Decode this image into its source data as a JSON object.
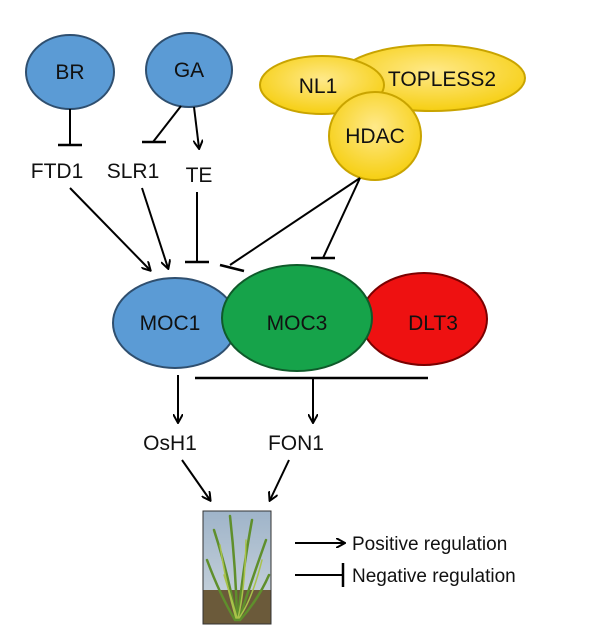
{
  "nodes": {
    "br": "BR",
    "ga": "GA",
    "nl1": "NL1",
    "topless2": "TOPLESS2",
    "hdac": "HDAC",
    "ftd1": "FTD1",
    "slr1": "SLR1",
    "te": "TE",
    "moc1": "MOC1",
    "moc3": "MOC3",
    "dlt3": "DLT3",
    "osh1": "OsH1",
    "fon1": "FON1"
  },
  "legend": {
    "positive": "Positive regulation",
    "negative": "Negative regulation"
  },
  "colors": {
    "blue": "#5b9bd5",
    "green": "#16a34a",
    "red": "#ee1111",
    "yellow": "#f7d117",
    "yellow_edge": "#c9a400",
    "outline": "#2f4f6f"
  },
  "image": {
    "subject": "rice-plant-photo"
  }
}
